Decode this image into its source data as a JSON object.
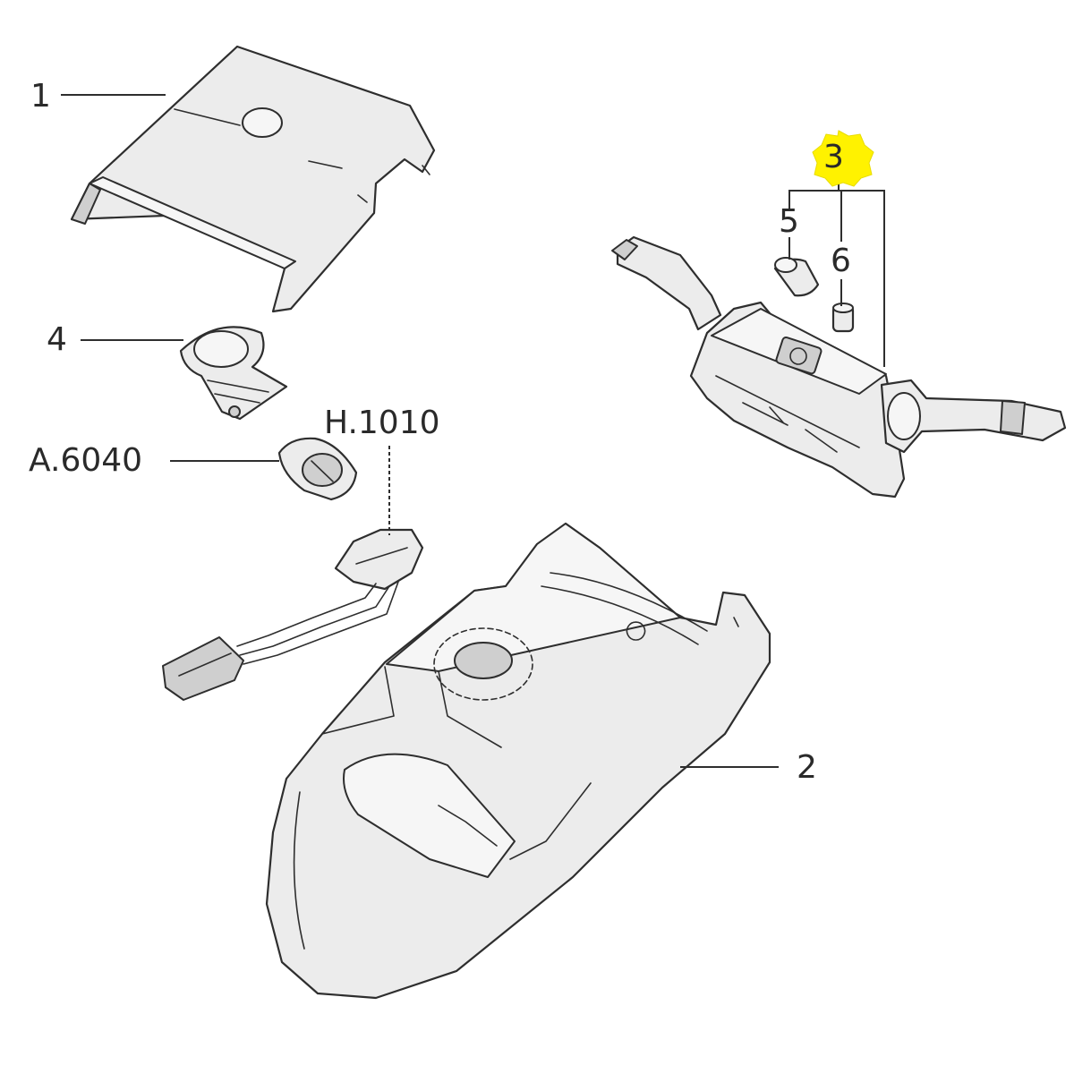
{
  "callouts": {
    "item_1": "1",
    "item_2": "2",
    "item_3": "3",
    "item_4": "4",
    "item_5": "5",
    "item_6": "6",
    "ref_a6040": "A.6040",
    "ref_h1010": "H.1010"
  },
  "colors": {
    "highlight": "#fff200",
    "line": "#2e2e2e",
    "part_fill": "#ececec"
  }
}
